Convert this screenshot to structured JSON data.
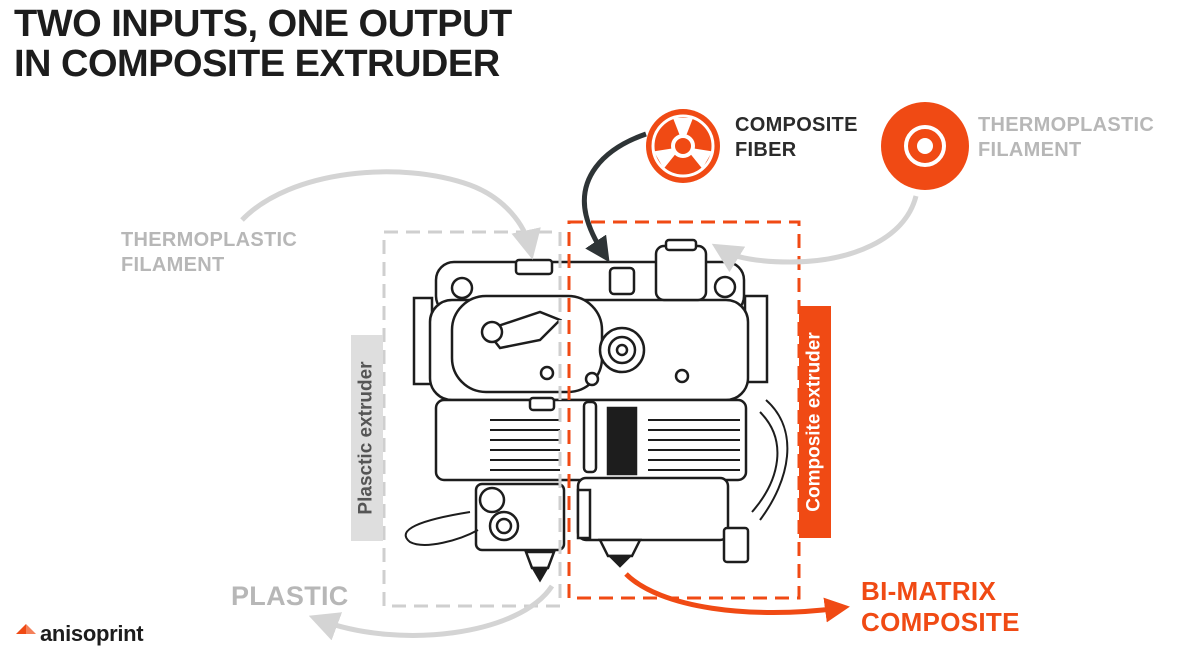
{
  "title": {
    "line1": "TWO INPUTS, ONE OUTPUT",
    "line2": "IN COMPOSITE EXTRUDER"
  },
  "labels": {
    "composite_fiber": {
      "line1": "COMPOSITE",
      "line2": "FIBER"
    },
    "thermoplastic_right": {
      "line1": "THERMOPLASTIC",
      "line2": "FILAMENT"
    },
    "thermoplastic_left": {
      "line1": "THERMOPLASTIC",
      "line2": "FILAMENT"
    },
    "plastic": "PLASTIC",
    "bi_matrix": {
      "line1": "BI-MATRIX",
      "line2": "COMPOSITE"
    }
  },
  "extruders": {
    "plastic": "Plasctic extruder",
    "composite": "Composite extruder"
  },
  "brand": {
    "logo_text": "anisoprint"
  },
  "colors": {
    "accent": "#f04a14",
    "dark_text": "#2b2b2b",
    "grey_text": "#b7b7b7",
    "arrow_grey": "#d4d4d4",
    "arrow_dark": "#2e3436"
  },
  "icons": {
    "fiber_spool": "spool-icon",
    "filament_spool": "filament-disc-icon",
    "device": "dual-extruder-illustration"
  }
}
